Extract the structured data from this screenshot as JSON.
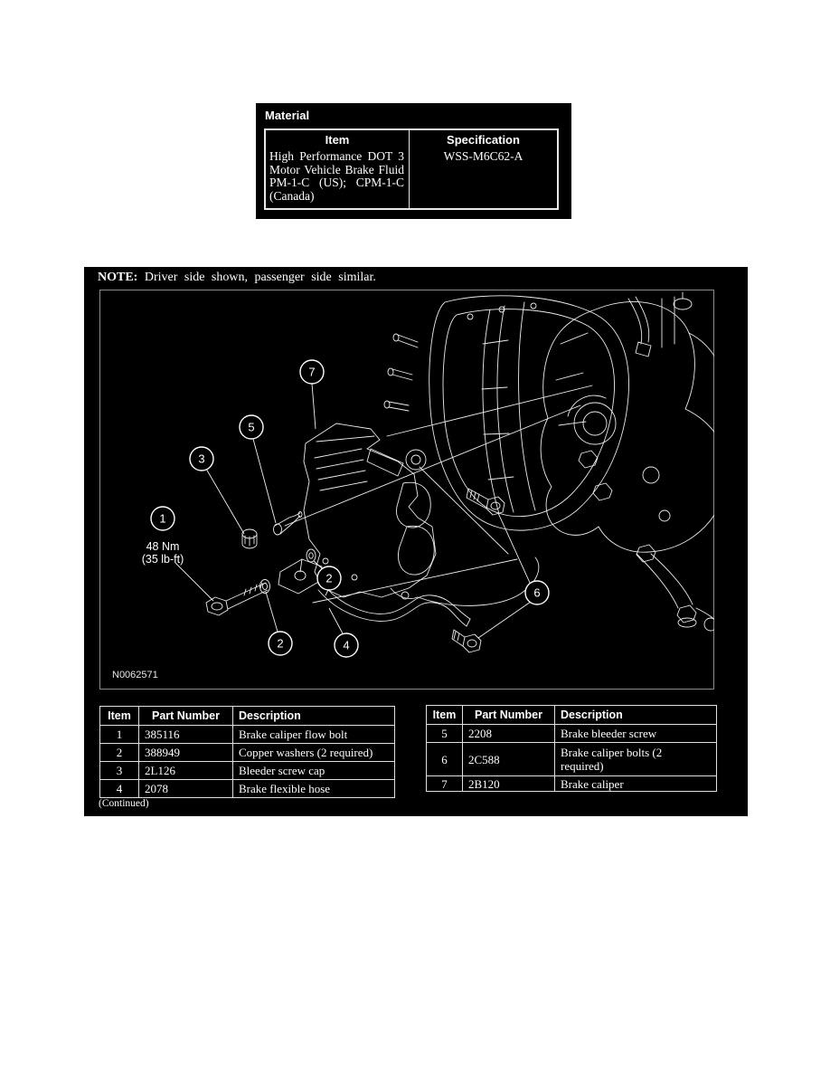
{
  "material": {
    "title": "Material",
    "headers": {
      "item": "Item",
      "specification": "Specification"
    },
    "rows": [
      {
        "item": "High Performance DOT 3 Motor Vehicle Brake Fluid PM-1-C (US); CPM-1-C (Canada)",
        "specification": "WSS-M6C62-A"
      }
    ]
  },
  "diagram": {
    "note_label": "NOTE:",
    "note_text": "Driver side shown, passenger side similar.",
    "figure_id": "N0062571",
    "torque_label": {
      "line1": "48 Nm",
      "line2": "(35 lb-ft)"
    },
    "callouts": {
      "one": "1",
      "two_a": "2",
      "two_b": "2",
      "three": "3",
      "four": "4",
      "five": "5",
      "six": "6",
      "seven": "7"
    }
  },
  "parts_tables": {
    "headers": {
      "item": "Item",
      "part_number": "Part Number",
      "description": "Description"
    },
    "left": {
      "rows": [
        {
          "item": "1",
          "part_number": "385116",
          "description": "Brake caliper flow bolt"
        },
        {
          "item": "2",
          "part_number": "388949",
          "description": "Copper washers (2 required)"
        },
        {
          "item": "3",
          "part_number": "2L126",
          "description": "Bleeder screw cap"
        },
        {
          "item": "4",
          "part_number": "2078",
          "description": "Brake flexible hose"
        }
      ],
      "continued_note": "(Continued)"
    },
    "right": {
      "rows": [
        {
          "item": "5",
          "part_number": "2208",
          "description": "Brake bleeder screw"
        },
        {
          "item": "6",
          "part_number": "2C588",
          "description": "Brake caliper bolts (2 required)"
        },
        {
          "item": "7",
          "part_number": "2B120",
          "description": "Brake caliper"
        }
      ]
    }
  },
  "colors": {
    "page_background": "#ffffff",
    "panel_background": "#000000",
    "text_on_panel": "#ffffff",
    "line_art": "#ececec",
    "frame_border": "#8c8c8c",
    "table_border": "#e0e0e0"
  }
}
